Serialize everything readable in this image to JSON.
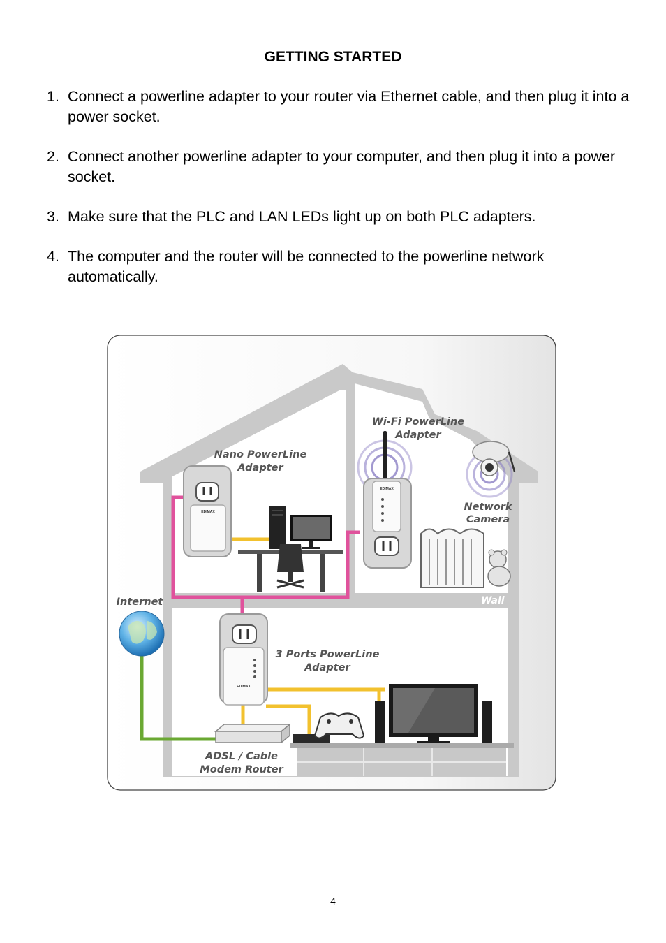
{
  "heading": "GETTING STARTED",
  "steps": [
    {
      "num": "1.",
      "text": "Connect a powerline adapter to your router via Ethernet cable, and then plug it into a power socket."
    },
    {
      "num": "2.",
      "text": "Connect another powerline adapter to your computer, and then plug it into a power socket."
    },
    {
      "num": "3.",
      "text": "Make sure that the PLC and LAN LEDs light up on both PLC adapters."
    },
    {
      "num": "4.",
      "text": "The computer and the router will be connected to the powerline network automatically."
    }
  ],
  "diagram": {
    "nano_adapter": [
      "Nano PowerLine",
      "Adapter"
    ],
    "wifi_adapter": [
      "Wi-Fi PowerLine",
      "Adapter"
    ],
    "network_camera": [
      "Network",
      "Camera"
    ],
    "internet": "Internet",
    "wall": "Wall",
    "ports_adapter": [
      "3 Ports PowerLine",
      "Adapter"
    ],
    "modem_router": [
      "ADSL / Cable",
      "Modem Router"
    ],
    "brand": "EDIMAX"
  },
  "colors": {
    "powerline": "#e0529c",
    "ethernet": "#f2c12e",
    "internet_line": "#6aa832",
    "house_fill": "#c9c9c9",
    "wifi_ring": "#8b7fc4"
  },
  "page_number": "4"
}
